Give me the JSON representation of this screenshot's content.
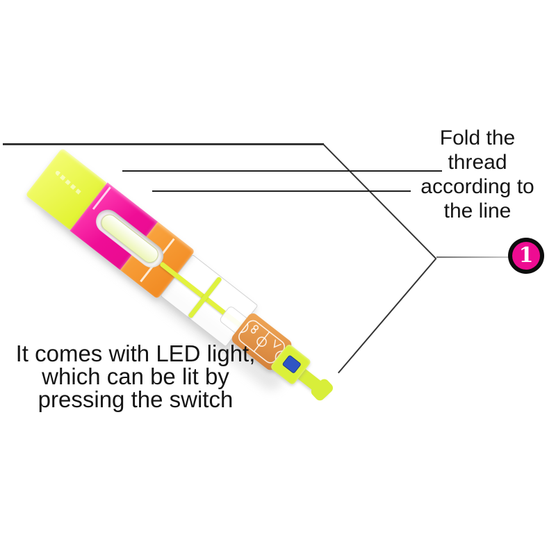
{
  "callouts": {
    "fold_instruction": {
      "lines": [
        "Fold the",
        "thread",
        "according to",
        "the line"
      ]
    },
    "led_instruction": {
      "lines": [
        "It comes with LED light,",
        "which can be lit by",
        "pressing the switch"
      ]
    },
    "step_badge": {
      "number": "1"
    }
  },
  "colors": {
    "line_dark": "#343434",
    "line_black": "#1f1f1f",
    "connector_gray": "linear-gradient(to right, #6e6e6e, #c9c9c9)",
    "badge_ring": "#0d0d0d",
    "badge_fill": "#ee0c92",
    "wing_yellow": "linear-gradient(105deg, #f4fc74, #e1f22c)",
    "card_pink": "linear-gradient(105deg, #ff3fb4 0%, #ef0d96 55%, #e90b90 100%)",
    "card_orange": "linear-gradient(105deg, #f9a43f, #f18a22)",
    "wing_white": "rgba(255,255,255,0.82)",
    "capsule_slot": "rgba(246,246,246,0.96)",
    "glow_stick": "linear-gradient(180deg, #ffffff, #ecf5b4)",
    "shaft_yellow": "#e3f23f",
    "fin_yellow": "#def23f",
    "led_clear": "rgba(255,255,255,0.92)",
    "body_orange": "linear-gradient(160deg, #f0a757, #d3803a)",
    "housing_yellow": "#dbf039",
    "switch_blue": "#2f55c4",
    "clip_yellow": "#d8ee3a"
  }
}
